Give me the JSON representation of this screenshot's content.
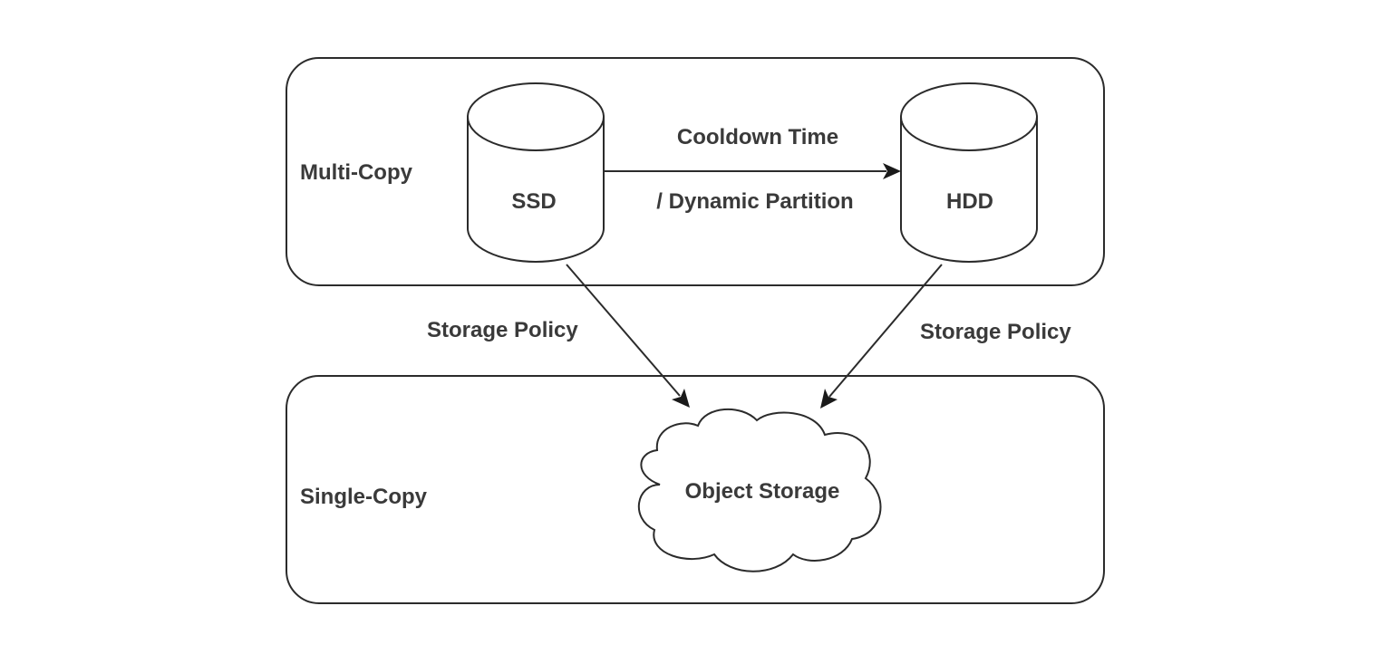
{
  "zones": {
    "multi_copy": "Multi-Copy",
    "single_copy": "Single-Copy"
  },
  "nodes": {
    "ssd": "SSD",
    "hdd": "HDD",
    "object_storage": "Object Storage"
  },
  "edges": {
    "ssd_to_hdd_line1": "Cooldown Time",
    "ssd_to_hdd_line2": "/ Dynamic Partition",
    "ssd_to_object": "Storage Policy",
    "hdd_to_object": "Storage Policy"
  },
  "colors": {
    "stroke": "#2b2b2b",
    "text": "#3a3a3a",
    "background": "#ffffff"
  }
}
